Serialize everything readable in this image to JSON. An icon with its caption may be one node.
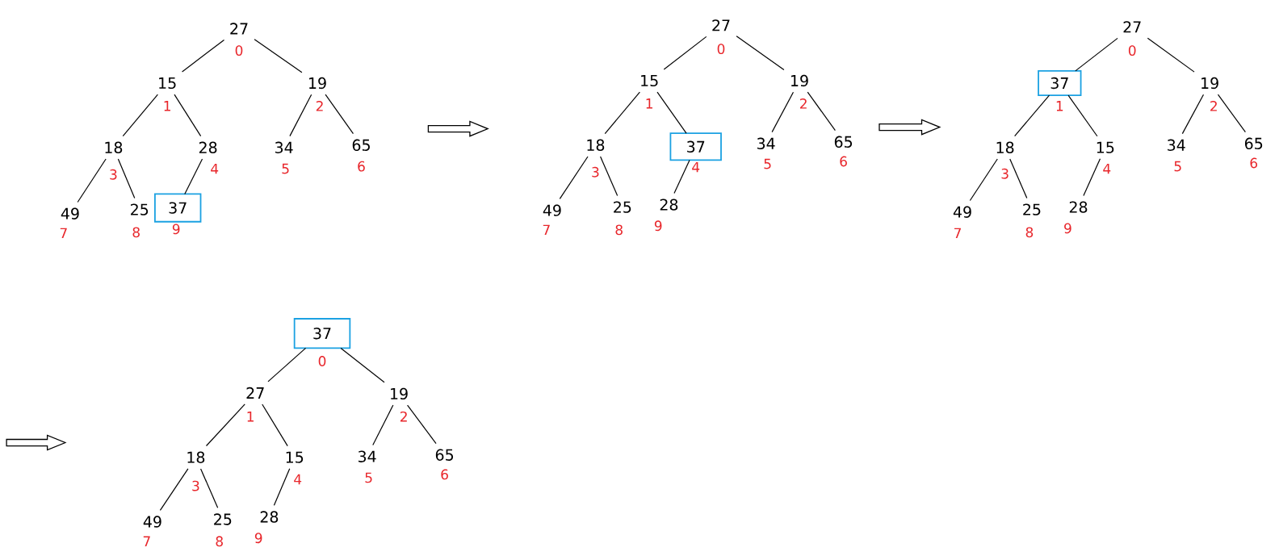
{
  "diagram": {
    "nodes": [
      {
        "text": [
          "27"
        ],
        "beside": [
          "0"
        ]
      },
      {
        "text": [
          "15"
        ],
        "beside": [
          "1"
        ]
      },
      {
        "text": [
          "19"
        ],
        "beside": [
          "2"
        ]
      },
      {
        "text": [
          "18"
        ],
        "beside": [
          "3"
        ]
      },
      {
        "text": [
          "28"
        ],
        "beside": [
          "4"
        ]
      },
      {
        "text": [
          "34"
        ],
        "beside": [
          "5"
        ]
      },
      {
        "text": [
          "65"
        ],
        "beside": [
          "6"
        ]
      },
      {
        "text": [
          "49"
        ],
        "beside": [
          "7"
        ]
      },
      {
        "text": [
          "25"
        ],
        "beside": [
          "8"
        ]
      },
      {
        "text": [
          "37"
        ],
        "beside": [
          "9"
        ]
      },
      {
        "text": [
          "27"
        ],
        "beside": [
          "0"
        ]
      },
      {
        "text": [
          "15"
        ],
        "beside": [
          "1"
        ]
      },
      {
        "text": [
          "19"
        ],
        "beside": [
          "2"
        ]
      },
      {
        "text": [
          "18"
        ],
        "beside": [
          "3"
        ]
      },
      {
        "text": [
          "37"
        ],
        "beside": [
          "4"
        ]
      },
      {
        "text": [
          "34"
        ],
        "beside": [
          "5"
        ]
      },
      {
        "text": [
          "65"
        ],
        "beside": [
          "6"
        ]
      },
      {
        "text": [
          "49"
        ],
        "beside": [
          "7"
        ]
      },
      {
        "text": [
          "25"
        ],
        "beside": [
          "8"
        ]
      },
      {
        "text": [
          "28"
        ],
        "beside": [
          "9"
        ]
      },
      {
        "text": [
          "27"
        ],
        "beside": [
          "0"
        ]
      },
      {
        "text": [
          "37"
        ],
        "beside": [
          "1"
        ]
      },
      {
        "text": [
          "19"
        ],
        "beside": [
          "2"
        ]
      },
      {
        "text": [
          "18"
        ],
        "beside": [
          "3"
        ]
      },
      {
        "text": [
          "15"
        ],
        "beside": [
          "4"
        ]
      },
      {
        "text": [
          "34"
        ],
        "beside": [
          "5"
        ]
      },
      {
        "text": [
          "65"
        ],
        "beside": [
          "6"
        ]
      },
      {
        "text": [
          "49"
        ],
        "beside": [
          "7"
        ]
      },
      {
        "text": [
          "25"
        ],
        "beside": [
          "8"
        ]
      },
      {
        "text": [
          "28"
        ],
        "beside": [
          "9"
        ]
      },
      {
        "text": [
          "37"
        ],
        "beside": [
          "0"
        ]
      },
      {
        "text": [
          "27"
        ],
        "beside": [
          "1"
        ]
      },
      {
        "text": [
          "19"
        ],
        "beside": [
          "2"
        ]
      },
      {
        "text": [
          "18"
        ],
        "beside": [
          "3"
        ]
      },
      {
        "text": [
          "15"
        ],
        "beside": [
          "4"
        ]
      },
      {
        "text": [
          "34"
        ],
        "beside": [
          "5"
        ]
      },
      {
        "text": [
          "65"
        ],
        "beside": [
          "6"
        ]
      },
      {
        "text": [
          "49"
        ],
        "beside": [
          "7"
        ]
      },
      {
        "text": [
          "25"
        ],
        "beside": [
          "8"
        ]
      },
      {
        "text": [
          "28"
        ],
        "beside": [
          "9"
        ]
      }
    ],
    "edges": [
      {
        "from": 0,
        "to": 1,
        "arrow": "none"
      },
      {
        "from": 0,
        "to": 2,
        "arrow": "none"
      },
      {
        "from": 1,
        "to": 3,
        "arrow": "none"
      },
      {
        "from": 1,
        "to": 4,
        "arrow": "none"
      },
      {
        "from": 2,
        "to": 5,
        "arrow": "none"
      },
      {
        "from": 2,
        "to": 6,
        "arrow": "none"
      },
      {
        "from": 3,
        "to": 7,
        "arrow": "none"
      },
      {
        "from": 3,
        "to": 8,
        "arrow": "none"
      },
      {
        "from": 4,
        "to": 9,
        "arrow": "none"
      },
      {
        "from": 10,
        "to": 11,
        "arrow": "none"
      },
      {
        "from": 10,
        "to": 12,
        "arrow": "none"
      },
      {
        "from": 11,
        "to": 13,
        "arrow": "none"
      },
      {
        "from": 11,
        "to": 14,
        "arrow": "none"
      },
      {
        "from": 12,
        "to": 15,
        "arrow": "none"
      },
      {
        "from": 12,
        "to": 16,
        "arrow": "none"
      },
      {
        "from": 13,
        "to": 17,
        "arrow": "none"
      },
      {
        "from": 13,
        "to": 18,
        "arrow": "none"
      },
      {
        "from": 14,
        "to": 19,
        "arrow": "none"
      },
      {
        "from": 20,
        "to": 21,
        "arrow": "none"
      },
      {
        "from": 20,
        "to": 22,
        "arrow": "none"
      },
      {
        "from": 21,
        "to": 23,
        "arrow": "none"
      },
      {
        "from": 21,
        "to": 24,
        "arrow": "none"
      },
      {
        "from": 22,
        "to": 25,
        "arrow": "none"
      },
      {
        "from": 22,
        "to": 26,
        "arrow": "none"
      },
      {
        "from": 23,
        "to": 27,
        "arrow": "none"
      },
      {
        "from": 23,
        "to": 28,
        "arrow": "none"
      },
      {
        "from": 24,
        "to": 29,
        "arrow": "none"
      },
      {
        "from": 30,
        "to": 31,
        "arrow": "none"
      },
      {
        "from": 30,
        "to": 32,
        "arrow": "none"
      },
      {
        "from": 31,
        "to": 33,
        "arrow": "none"
      },
      {
        "from": 31,
        "to": 34,
        "arrow": "none"
      },
      {
        "from": 32,
        "to": 35,
        "arrow": "none"
      },
      {
        "from": 32,
        "to": 36,
        "arrow": "none"
      },
      {
        "from": 33,
        "to": 37,
        "arrow": "none"
      },
      {
        "from": 33,
        "to": 38,
        "arrow": "none"
      },
      {
        "from": 34,
        "to": 39,
        "arrow": "none"
      }
    ]
  }
}
